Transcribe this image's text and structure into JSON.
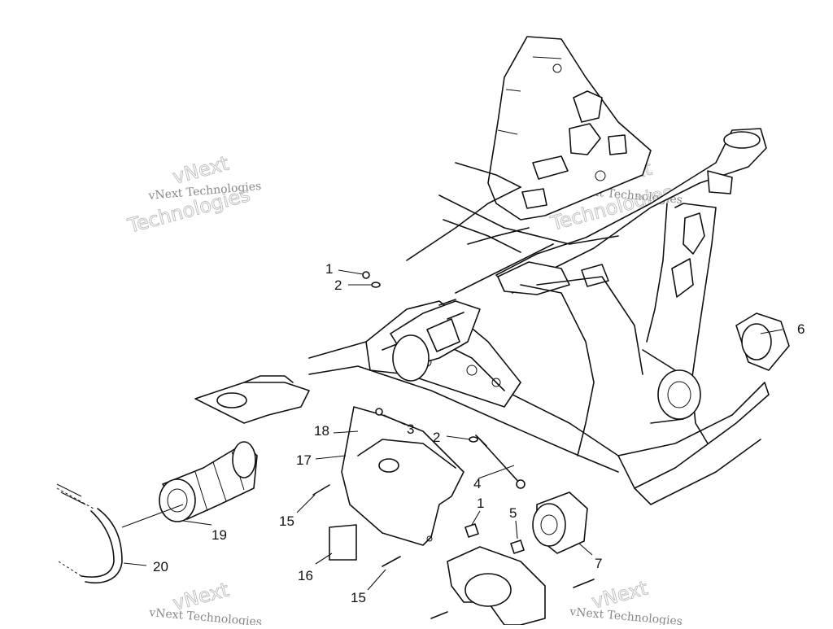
{
  "watermark": {
    "line_small": "vNext Technologies",
    "line_word1": "vNext",
    "line_word2": "Technologies"
  },
  "callouts": [
    "1",
    "2",
    "3",
    "2",
    "1",
    "4",
    "5",
    "6",
    "7",
    "15",
    "15",
    "16",
    "17",
    "18",
    "19",
    "20"
  ]
}
